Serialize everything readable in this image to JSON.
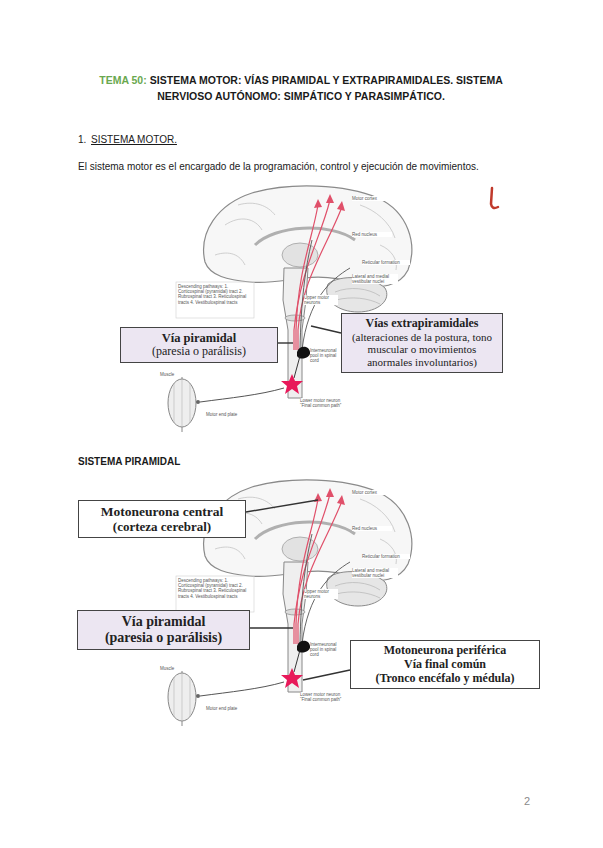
{
  "diagram": {
    "title": "SISTEMA MOTOR: VÍAS PIRAMIDAL Y EXTRAPIRAMIDALES. SISTEMA NERVIOSO AUTÓNOMO: SIMPÁTICO Y PARASIMPÁTICO.",
    "nodes": [
      {
        "text": [
          "Vía piramidal",
          "(paresia o parálisis)"
        ]
      },
      {
        "text": [
          "Vías extrapiramidales",
          "(alteraciones de la postura, tono muscular o movimientos anormales involuntarios)"
        ]
      },
      {
        "text": [
          "Motoneurona central",
          "(corteza cerebral)"
        ]
      },
      {
        "text": [
          "Vía piramidal",
          "(paresia o parálisis)"
        ]
      },
      {
        "text": [
          "Motoneurona periférica",
          "Vía final común",
          "(Tronco encéfalo y médula)"
        ]
      }
    ],
    "labels": [
      "TEMA 50:",
      "1.",
      "SISTEMA MOTOR.",
      "El sistema motor es el encargado de la programación, control y ejecución de movimientos.",
      "Motor cortex",
      "Red nucleus",
      "Reticular formation",
      "Lateral and medial vestibular nuclei",
      "Descending pathways: 1. Corticospinal (pyramidal) tract 2. Rubrospinal tract 3. Reticulospinal tracts 4. Vestibulospinal tracts",
      "Upper motor neurons",
      "Interneuronal pool in spinal cord",
      "Lower motor neuron “Final common path”",
      "Muscle",
      "Motor end plate",
      "SISTEMA PIRAMIDAL",
      "Motor cortex",
      "Red nucleus",
      "Reticular formation",
      "Lateral and medial vestibular nuclei",
      "Descending pathways: 1. Corticospinal (pyramidal) tract 2. Rubrospinal tract 3. Reticulospinal tracts 4. Vestibulospinal tracts",
      "Upper motor neurons",
      "Interneuronal pool in spinal cord",
      "Lower motor neuron “Final common path”",
      "Muscle",
      "Motor end plate",
      "2"
    ]
  }
}
